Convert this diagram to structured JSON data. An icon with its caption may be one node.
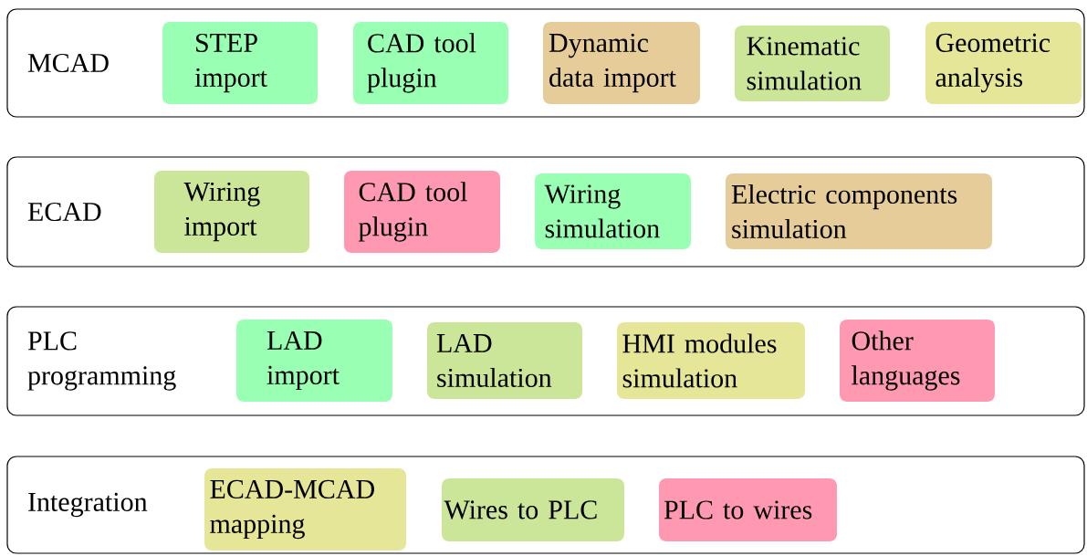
{
  "diagram": {
    "nodes": [
      {
        "text": [
          "MCAD"
        ]
      },
      {
        "text": [
          "STEP import"
        ],
        "in": 0
      },
      {
        "text": [
          "CAD tool plugin"
        ],
        "in": 0
      },
      {
        "text": [
          "Dynamic data import"
        ],
        "in": 0
      },
      {
        "text": [
          "Kinematic simulation"
        ],
        "in": 0
      },
      {
        "text": [
          "Geometric analysis"
        ],
        "in": 0
      },
      {
        "text": [
          "ECAD"
        ]
      },
      {
        "text": [
          "Wiring import"
        ],
        "in": 6
      },
      {
        "text": [
          "CAD tool plugin"
        ],
        "in": 6
      },
      {
        "text": [
          "Wiring simulation"
        ],
        "in": 6
      },
      {
        "text": [
          "Electric components simulation"
        ],
        "in": 6
      },
      {
        "text": [
          "PLC programming"
        ]
      },
      {
        "text": [
          "LAD import"
        ],
        "in": 11
      },
      {
        "text": [
          "LAD simulation"
        ],
        "in": 11
      },
      {
        "text": [
          "HMI modules simulation"
        ],
        "in": 11
      },
      {
        "text": [
          "Other languages"
        ],
        "in": 11
      },
      {
        "text": [
          "Integration"
        ]
      },
      {
        "text": [
          "ECAD-MCAD mapping"
        ],
        "in": 16
      },
      {
        "text": [
          "Wires to PLC"
        ],
        "in": 16
      },
      {
        "text": [
          "PLC to wires"
        ],
        "in": 16
      }
    ]
  }
}
